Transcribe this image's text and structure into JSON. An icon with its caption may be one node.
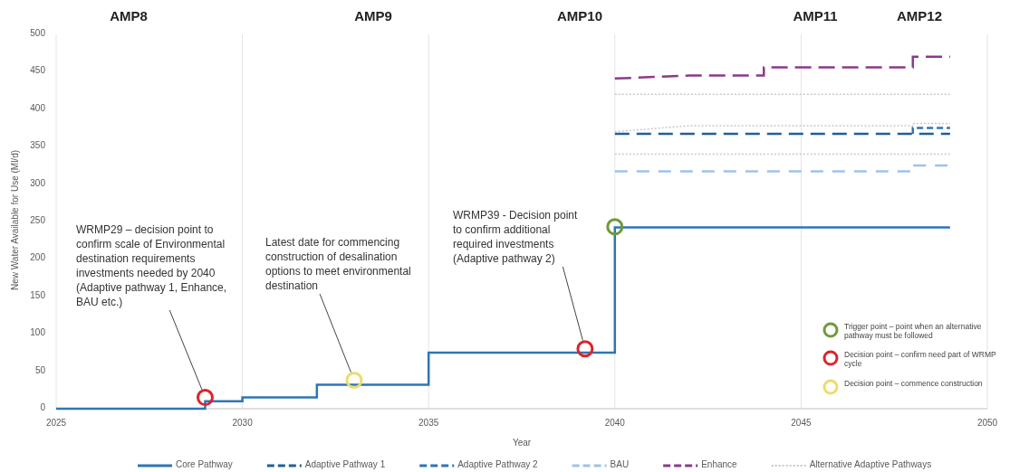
{
  "diagram": {
    "nodes": [
      {
        "text": [
          "WRMP29 – decision point to confirm scale of Environmental destination requirements investments needed by 2040 (Adaptive pathway 1, Enhance, BAU etc.)"
        ]
      },
      {
        "text": [],
        "shape": "circle"
      },
      {
        "text": [
          "Latest date for commencing construction of desalination options to meet environmental destination"
        ]
      },
      {
        "text": [],
        "shape": "circle"
      },
      {
        "text": [
          "WRMP39 - Decision point to confirm additional required investments (Adaptive pathway 2)"
        ]
      },
      {
        "text": [],
        "shape": "circle"
      },
      {
        "text": [],
        "shape": "circle"
      }
    ],
    "edges": [
      {
        "from": 0,
        "to": 1,
        "arrow": "none"
      },
      {
        "from": 2,
        "to": 3,
        "arrow": "none"
      },
      {
        "from": 4,
        "to": 5,
        "arrow": "none"
      }
    ],
    "labels": [
      "AMP8",
      "AMP9",
      "AMP10",
      "AMP11",
      "AMP12"
    ],
    "legend": [
      {
        "text": "Trigger point – point when an alternative pathway must be followed"
      },
      {
        "text": "Decision point – confirm need part of WRMP cycle"
      },
      {
        "text": "Decision point – commence construction"
      }
    ],
    "chart_data": {
      "type": "line",
      "xlabel": "Year",
      "ylabel": "New Water Available for Use (Ml/d)",
      "grid": true,
      "legend": "bottom",
      "x": [
        2025,
        2029,
        2029,
        2030,
        2030,
        2032,
        2032,
        2035,
        2035,
        2040,
        2040,
        2042,
        2044,
        2044,
        2048,
        2048,
        2049
      ],
      "series": [
        {
          "name": "Core Pathway",
          "color": "#2e75b6",
          "line_style": "solid",
          "values": [
            0,
            0,
            10,
            10,
            15,
            15,
            32,
            32,
            75,
            75,
            242,
            242,
            242,
            242,
            242,
            242,
            242
          ]
        },
        {
          "name": "Adaptive Pathway 1",
          "color": "#1f5f99",
          "line_style": "dashed",
          "values": [
            null,
            null,
            null,
            null,
            null,
            null,
            null,
            null,
            null,
            null,
            367,
            367,
            367,
            367,
            367,
            367,
            367
          ]
        },
        {
          "name": "Adaptive Pathway 2",
          "color": "#2e75b6",
          "line_style": "dashed",
          "values": [
            null,
            null,
            null,
            null,
            null,
            null,
            null,
            null,
            null,
            null,
            null,
            null,
            null,
            null,
            367,
            375,
            375
          ]
        },
        {
          "name": "BAU",
          "color": "#9dc3e6",
          "line_style": "dashed",
          "values": [
            null,
            null,
            null,
            null,
            null,
            null,
            null,
            null,
            null,
            null,
            317,
            317,
            317,
            317,
            317,
            325,
            325
          ]
        },
        {
          "name": "Enhance",
          "color": "#8b3a8b",
          "line_style": "dashed",
          "values": [
            null,
            null,
            null,
            null,
            null,
            null,
            null,
            null,
            null,
            null,
            441,
            445,
            445,
            456,
            456,
            470,
            470
          ]
        },
        {
          "name": "Alternative Adaptive Pathways",
          "color": "#c8c8c8",
          "line_style": "dotted",
          "values": [
            null,
            null,
            null,
            null,
            null,
            null,
            null,
            null,
            null,
            null,
            420,
            420,
            420,
            420,
            420,
            420,
            420
          ]
        },
        {
          "color": "#c8c8c8",
          "line_style": "dotted",
          "values": [
            null,
            null,
            null,
            null,
            null,
            null,
            null,
            null,
            null,
            null,
            370,
            378,
            378,
            378,
            378,
            381,
            381
          ]
        },
        {
          "color": "#c8c8c8",
          "line_style": "dotted",
          "values": [
            null,
            null,
            null,
            null,
            null,
            null,
            null,
            null,
            null,
            null,
            340,
            340,
            340,
            340,
            340,
            340,
            340
          ]
        }
      ],
      "xlim": [
        2025,
        2050
      ],
      "ylim": [
        0,
        500
      ],
      "xticks": [
        2025,
        2030,
        2035,
        2040,
        2045,
        2050
      ],
      "yticks": [
        0,
        50,
        100,
        150,
        200,
        250,
        300,
        350,
        400,
        450,
        500
      ]
    }
  }
}
